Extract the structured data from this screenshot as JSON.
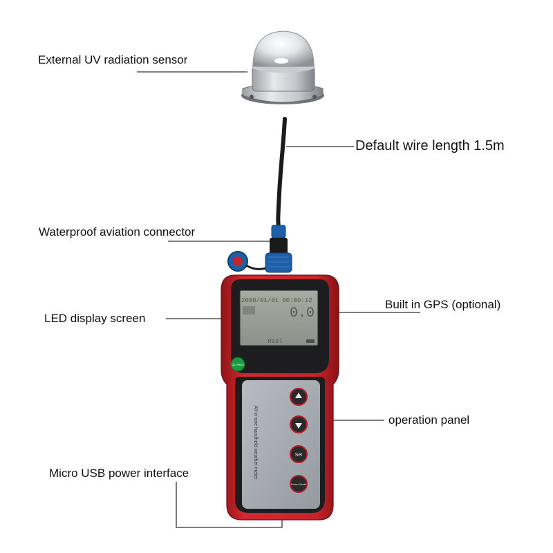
{
  "labels": {
    "uv_sensor": "External UV radiation sensor",
    "wire_length": "Default wire length 1.5m",
    "connector": "Waterproof aviation connector",
    "display": "LED display screen",
    "gps": "Built in GPS (optional)",
    "panel": "operation panel",
    "usb": "Micro USB power interface"
  },
  "screen": {
    "datetime": "2000/01/01 00:00:12",
    "reading": "0.0",
    "mode": "Real"
  },
  "buttons": {
    "set": "Set",
    "power": "Power Mode"
  },
  "device": {
    "panel_text": "All-in-one handheld weather meter",
    "badge": "QC PASS"
  },
  "colors": {
    "body_red": "#c8242b",
    "bezel": "#1d1d1f",
    "lcd": "#9a9e96",
    "panel_gray": "#a9adb3",
    "connector_blue": "#1f5fa8",
    "badge_green": "#1a9a3c",
    "leader": "#333333"
  }
}
